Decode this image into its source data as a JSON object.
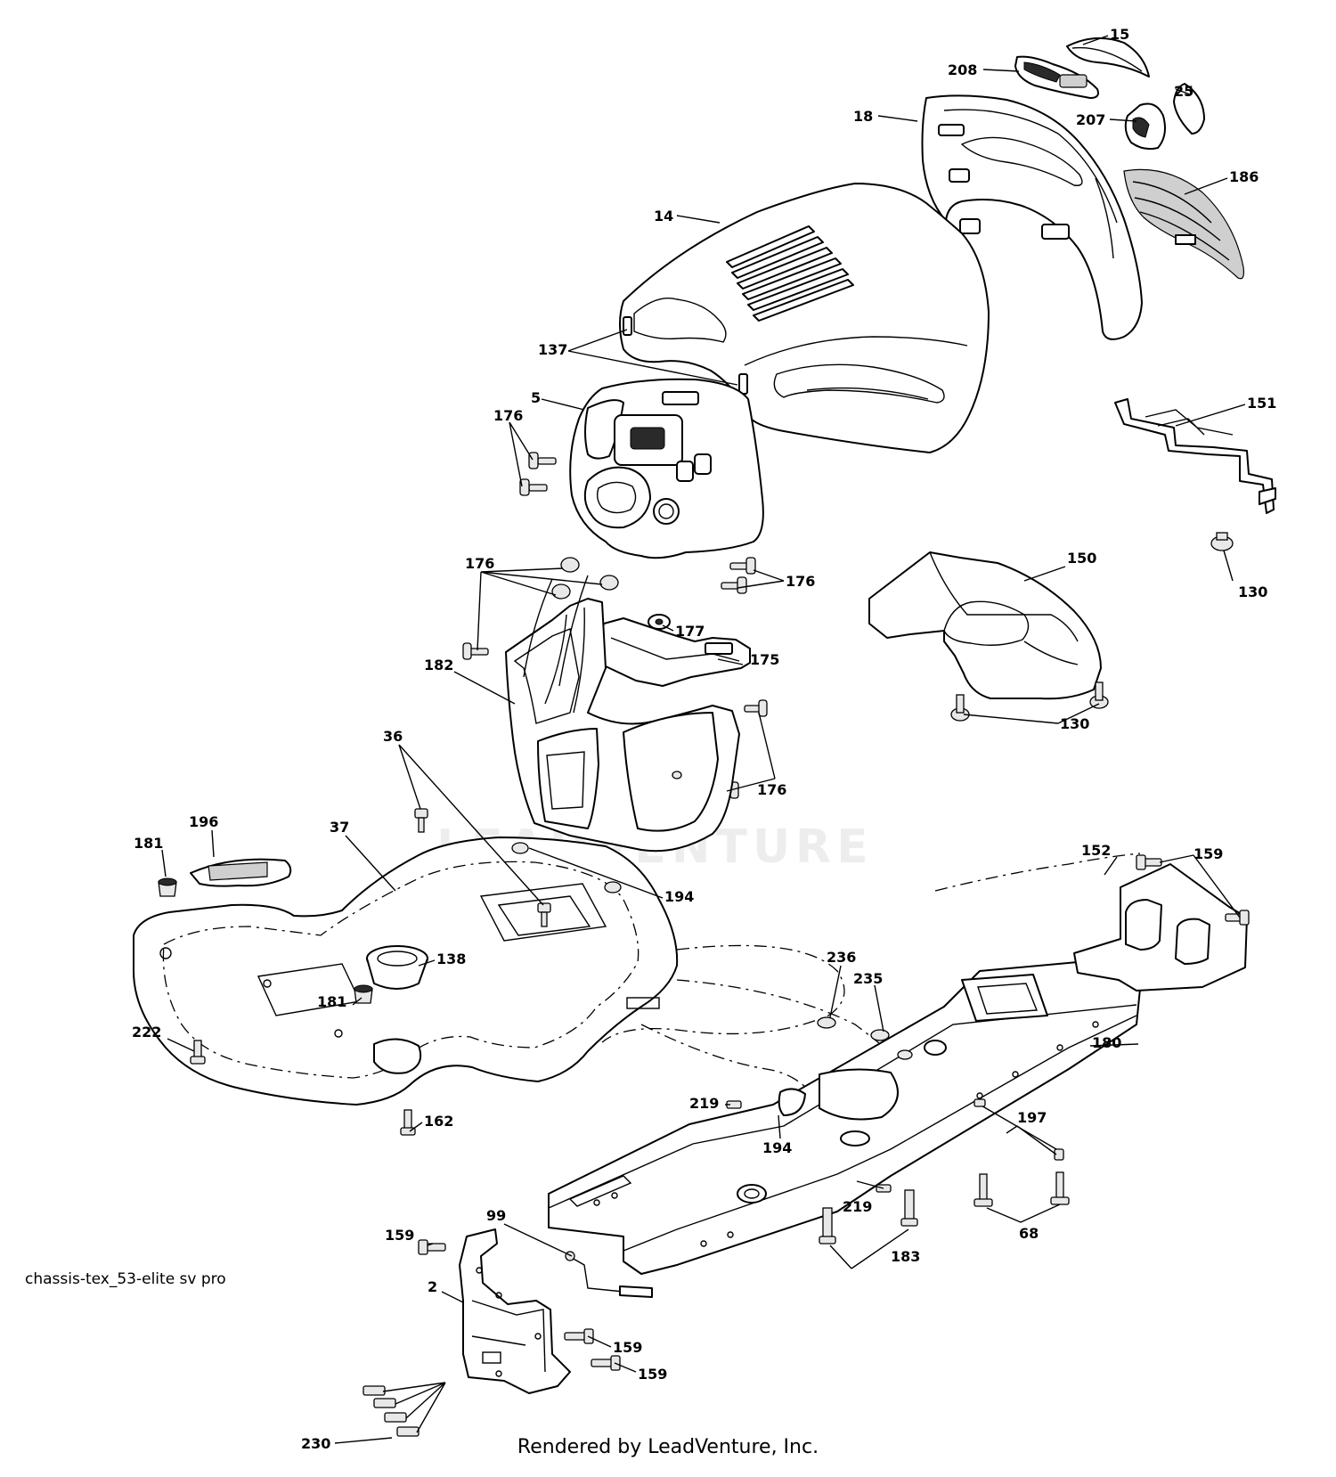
{
  "diagram_label": "chassis-tex_53-elite sv pro",
  "footer": "Rendered by LeadVenture, Inc.",
  "watermark": "LEADVENTURE",
  "callouts": {
    "c15": "15",
    "c208": "208",
    "c25": "25",
    "c18": "18",
    "c207": "207",
    "c186": "186",
    "c14": "14",
    "c137": "137",
    "c5": "5",
    "c176a": "176",
    "c176b": "176",
    "c176c": "176",
    "c176d": "176",
    "c151": "151",
    "c130a": "130",
    "c150": "150",
    "c130b": "130",
    "c177": "177",
    "c175": "175",
    "c182": "182",
    "c36": "36",
    "c196": "196",
    "c37": "37",
    "c181a": "181",
    "c194a": "194",
    "c152": "152",
    "c159a": "159",
    "c138": "138",
    "c181b": "181",
    "c236": "236",
    "c235": "235",
    "c222": "222",
    "c180": "180",
    "c219a": "219",
    "c197": "197",
    "c162": "162",
    "c194b": "194",
    "c219b": "219",
    "c68": "68",
    "c99": "99",
    "c159b": "159",
    "c183": "183",
    "c2": "2",
    "c159c": "159",
    "c159d": "159",
    "c230": "230"
  }
}
